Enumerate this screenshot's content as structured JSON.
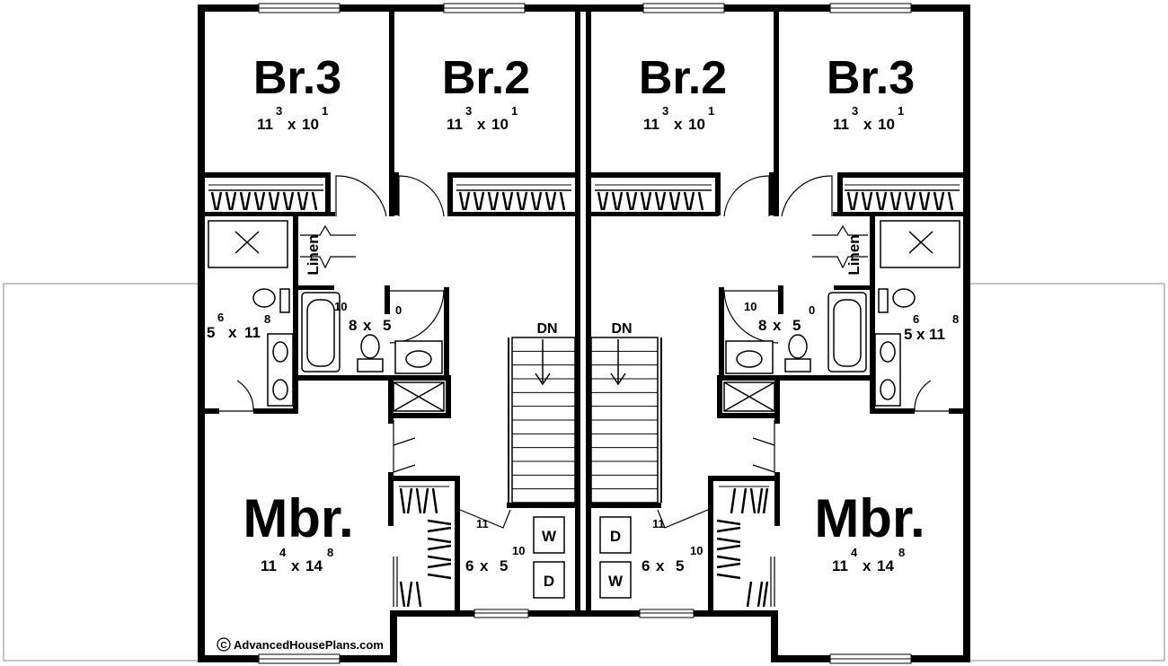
{
  "rooms": {
    "br3_left": {
      "label": "Br.3",
      "dim_w": "11",
      "dim_w_sup": "3",
      "dim_x": "x",
      "dim_l": "10",
      "dim_l_sup": "1"
    },
    "br2_left": {
      "label": "Br.2",
      "dim_w": "11",
      "dim_w_sup": "3",
      "dim_x": "x",
      "dim_l": "10",
      "dim_l_sup": "1"
    },
    "br2_right": {
      "label": "Br.2",
      "dim_w": "11",
      "dim_w_sup": "3",
      "dim_x": "x",
      "dim_l": "10",
      "dim_l_sup": "1"
    },
    "br3_right": {
      "label": "Br.3",
      "dim_w": "11",
      "dim_w_sup": "3",
      "dim_x": "x",
      "dim_l": "10",
      "dim_l_sup": "1"
    },
    "mbr_left": {
      "label": "Mbr.",
      "dim_w": "11",
      "dim_w_sup": "4",
      "dim_x": "x",
      "dim_l": "14",
      "dim_l_sup": "8"
    },
    "mbr_right": {
      "label": "Mbr.",
      "dim_w": "11",
      "dim_w_sup": "4",
      "dim_x": "x",
      "dim_l": "14",
      "dim_l_sup": "8"
    },
    "bath_master_left": {
      "dim_w": "5",
      "dim_w_sup": "6",
      "dim_x": "x",
      "dim_l": "11",
      "dim_l_sup": "8"
    },
    "bath_master_right": {
      "dim_w": "5",
      "dim_w_sup": "6",
      "dim_x": "x",
      "dim_l": "11",
      "dim_l_sup": "8"
    },
    "bath_hall_left": {
      "dim_w": "8",
      "dim_w_sup": "10",
      "dim_x": "x",
      "dim_l": "5",
      "dim_l_sup": "0"
    },
    "bath_hall_right": {
      "dim_w": "8",
      "dim_w_sup": "10",
      "dim_x": "x",
      "dim_l": "5",
      "dim_l_sup": "0"
    },
    "laundry_left": {
      "dim_w": "6",
      "dim_w_sup": "11",
      "dim_x": "x",
      "dim_l": "5",
      "dim_l_sup": "10"
    },
    "laundry_right": {
      "dim_w": "6",
      "dim_w_sup": "11",
      "dim_x": "x",
      "dim_l": "5",
      "dim_l_sup": "10"
    }
  },
  "labels": {
    "linen_left": "Linen",
    "linen_right": "Linen",
    "stair_left": "DN",
    "stair_right": "DN",
    "washer": "W",
    "dryer": "D"
  },
  "copyright": {
    "symbol": "C",
    "text": "AdvancedHousePlans.com"
  }
}
